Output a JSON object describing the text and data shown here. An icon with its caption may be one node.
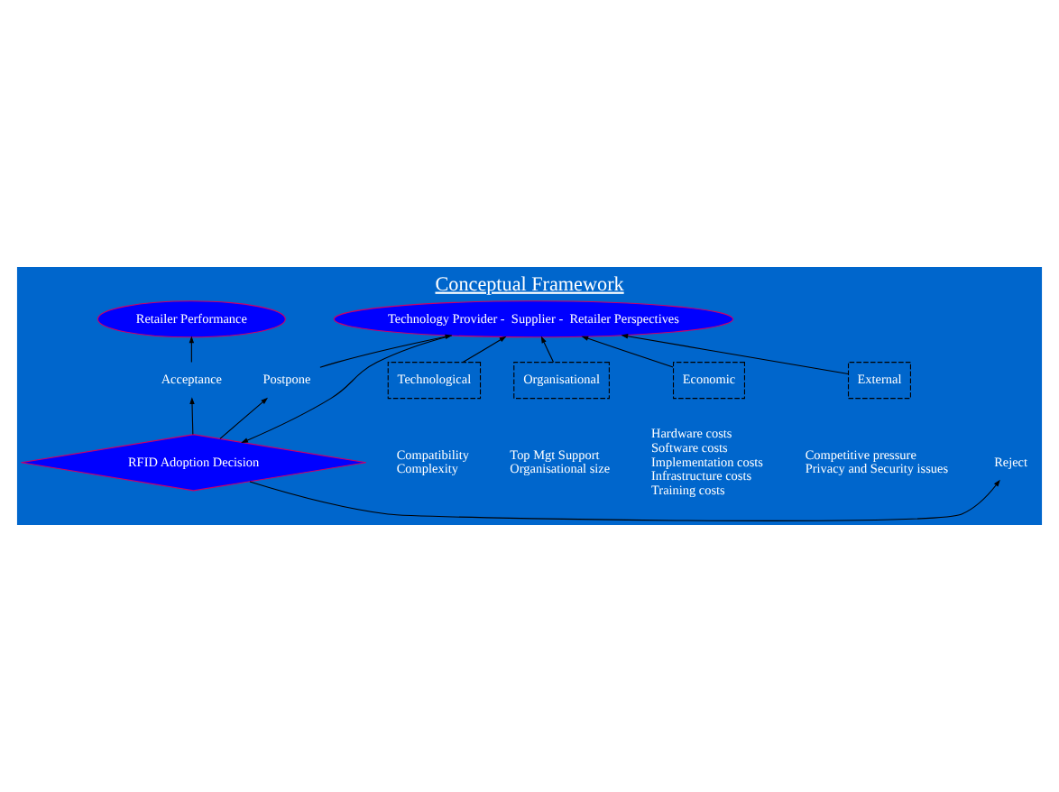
{
  "diagram": {
    "title": "Conceptual Framework",
    "nodes": [
      {
        "text": [
          "Retailer Performance"
        ]
      },
      {
        "text": [
          "Acceptance"
        ]
      },
      {
        "text": [
          "RFID Adoption Decision"
        ]
      },
      {
        "text": [
          "Reject"
        ]
      },
      {
        "text": [
          "Postpone"
        ]
      },
      {
        "text": [
          "Technology Provider -  Supplier -  Retailer Perspectives"
        ]
      },
      {
        "text": [
          "Technological"
        ],
        "beside": [
          "Compatibility",
          "Complexity"
        ]
      },
      {
        "text": [
          "Organisational"
        ],
        "beside": [
          "Top Mgt Support",
          "Organisational size"
        ]
      },
      {
        "text": [
          "Economic"
        ],
        "beside": [
          "Hardware costs",
          "Software costs",
          "Implementation costs",
          "Infrastructure costs",
          "Training costs"
        ]
      },
      {
        "text": [
          "External"
        ],
        "beside": [
          "Competitive pressure",
          "Privacy and Security issues"
        ]
      }
    ],
    "edges": [
      {
        "from": 1,
        "to": 0,
        "arrow": "to"
      },
      {
        "from": 2,
        "to": 1,
        "arrow": "to"
      },
      {
        "from": 2,
        "to": 3,
        "arrow": "to"
      },
      {
        "from": 2,
        "to": 4,
        "arrow": "to"
      },
      {
        "from": 5,
        "to": 2,
        "arrow": "to"
      },
      {
        "from": 4,
        "to": 5,
        "arrow": "to"
      },
      {
        "from": 6,
        "to": 5,
        "arrow": "to"
      },
      {
        "from": 7,
        "to": 5,
        "arrow": "to"
      },
      {
        "from": 8,
        "to": 5,
        "arrow": "to"
      },
      {
        "from": 9,
        "to": 5,
        "arrow": "to"
      }
    ]
  }
}
